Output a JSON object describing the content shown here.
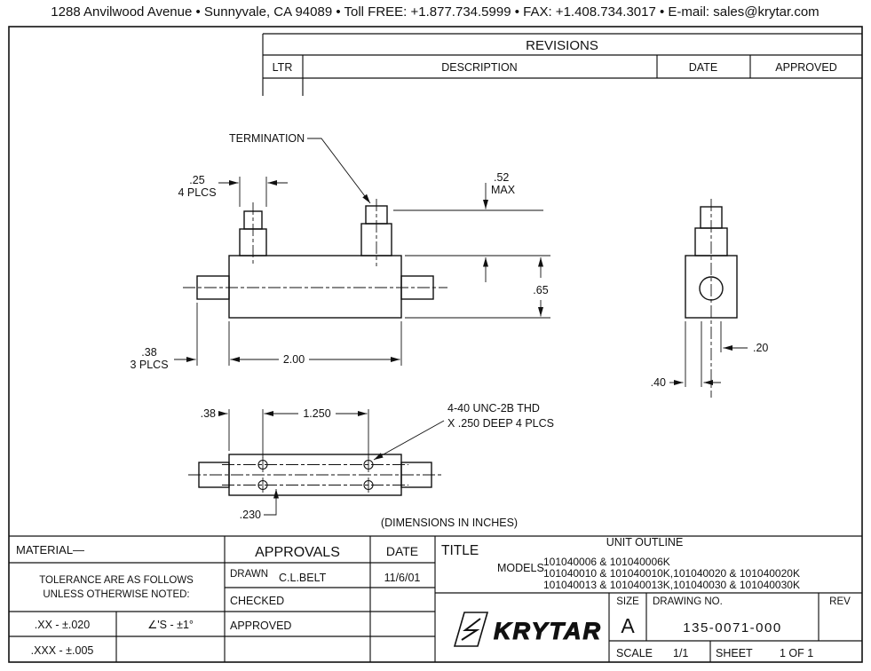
{
  "letterhead": {
    "address": "1288 Anvilwood Avenue • Sunnyvale, CA 94089 • Toll FREE: +1.877.734.5999 • FAX: +1.408.734.3017 • E-mail: sales@krytar.com"
  },
  "revisions": {
    "title": "REVISIONS",
    "col_ltr": "LTR",
    "col_description": "DESCRIPTION",
    "col_date": "DATE",
    "col_approved": "APPROVED"
  },
  "drawing": {
    "front": {
      "termination": "TERMINATION",
      "dim_conn": ".25",
      "dim_conn_note": "4 PLCS",
      "dim_term": ".52",
      "dim_term_note": "MAX",
      "dim_height": ".65",
      "dim_stub": ".38",
      "dim_stub_note": "3 PLCS",
      "dim_length": "2.00"
    },
    "side": {
      "dim_right": ".20",
      "dim_left": ".40"
    },
    "bottom": {
      "dim_edge": ".38",
      "dim_spacing": "1.250",
      "thread1": "4-40 UNC-2B THD",
      "thread2": "X .250 DEEP 4 PLCS",
      "dim_rows": ".230",
      "units_note": "(DIMENSIONS IN INCHES)"
    }
  },
  "title_block": {
    "material_label": "MATERIAL—",
    "tolerance_line1": "TOLERANCE ARE AS FOLLOWS",
    "tolerance_line2": "UNLESS OTHERWISE NOTED:",
    "tol_xx": ".XX - ±.020",
    "tol_angle": "∠'S - ±1°",
    "tol_xxx": ".XXX - ±.005",
    "approvals_label": "APPROVALS",
    "date_label": "DATE",
    "drawn_label": "DRAWN",
    "drawn_by": "C.L.BELT",
    "drawn_date": "11/6/01",
    "checked_label": "CHECKED",
    "approved_label": "APPROVED",
    "title_label": "TITLE",
    "title_text": "UNIT OUTLINE",
    "models_label": "MODELS",
    "models_line1": "101040006 & 101040006K",
    "models_line2": "101040010 & 101040010K,101040020 & 101040020K",
    "models_line3": "101040013 & 101040013K,101040030 & 101040030K",
    "brand": "KRYTAR",
    "size_label": "SIZE",
    "size_value": "A",
    "drawing_no_label": "DRAWING NO.",
    "drawing_no": "135-0071-000",
    "rev_label": "REV",
    "scale_label": "SCALE",
    "scale_value": "1/1",
    "sheet_label": "SHEET",
    "sheet_value": "1 OF 1"
  }
}
